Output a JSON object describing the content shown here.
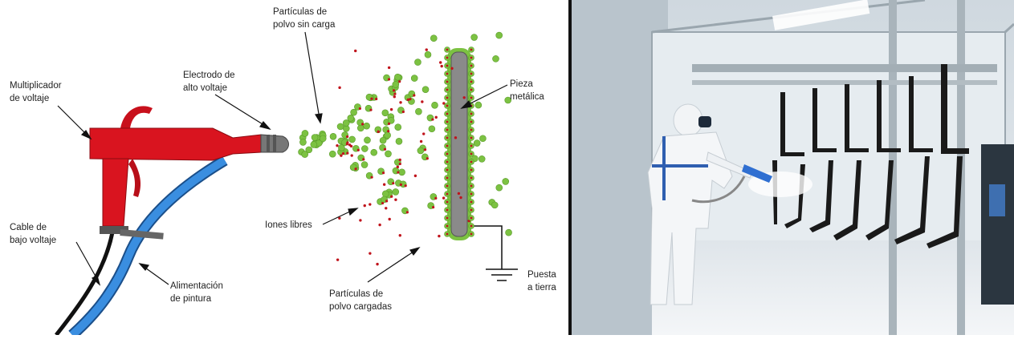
{
  "diagram": {
    "labels": {
      "uncharged_particles": [
        "Partículas de",
        "polvo sin carga"
      ],
      "voltage_multiplier": [
        "Multiplicador",
        "de voltaje"
      ],
      "electrode": [
        "Electrodo de",
        "alto voltaje"
      ],
      "metal_part": [
        "Pieza",
        "metálica"
      ],
      "free_ions": "Iones libres",
      "low_voltage_cable": [
        "Cable de",
        "bajo voltaje"
      ],
      "paint_feed": [
        "Alimentación",
        "de pintura"
      ],
      "charged_particles": [
        "Partículas de",
        "polvo cargadas"
      ],
      "ground": [
        "Puesta",
        "a tierra"
      ]
    },
    "colors": {
      "gun": "#d9141f",
      "hose": "#2f7fd1",
      "particle": "#7cc242",
      "ion": "#c0141c",
      "plate": "#8a8a8a"
    }
  },
  "photo": {
    "description_icon": "powder-coating-booth-photo"
  }
}
